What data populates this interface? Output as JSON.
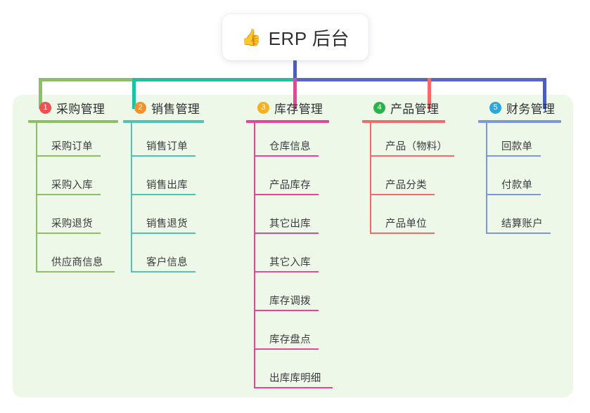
{
  "diagram": {
    "type": "mindmap",
    "root": {
      "icon": "thumbs-up-emoji",
      "emoji": "👍",
      "title": "ERP 后台"
    },
    "panel_background": "#eef8e9",
    "connector_colors": {
      "root_stem": "#4a5dc4",
      "bar_left": "#8bc163",
      "bar_mid": "#18c4a5",
      "bar_right": "#5566cc"
    },
    "branches": [
      {
        "index": "1",
        "title": "采购管理",
        "badge_color": "#f0504f",
        "line_color": "#8bc163",
        "items": [
          {
            "label": "采购订单",
            "rule_width": 92
          },
          {
            "label": "采购入库",
            "rule_width": 92
          },
          {
            "label": "采购退货",
            "rule_width": 92
          },
          {
            "label": "供应商信息",
            "rule_width": 112
          }
        ]
      },
      {
        "index": "2",
        "title": "销售管理",
        "badge_color": "#f5902b",
        "line_color": "#4cc3b4",
        "items": [
          {
            "label": "销售订单",
            "rule_width": 92
          },
          {
            "label": "销售出库",
            "rule_width": 92
          },
          {
            "label": "销售退货",
            "rule_width": 92
          },
          {
            "label": "客户信息",
            "rule_width": 92
          }
        ]
      },
      {
        "index": "3",
        "title": "库存管理",
        "badge_color": "#f7b21b",
        "line_color": "#e8459a",
        "items": [
          {
            "label": "仓库信息",
            "rule_width": 92
          },
          {
            "label": "产品库存",
            "rule_width": 92
          },
          {
            "label": "其它出库",
            "rule_width": 92
          },
          {
            "label": "其它入库",
            "rule_width": 92
          },
          {
            "label": "库存调拨",
            "rule_width": 92
          },
          {
            "label": "库存盘点",
            "rule_width": 92
          },
          {
            "label": "出库库明细",
            "rule_width": 112
          }
        ]
      },
      {
        "index": "4",
        "title": "产品管理",
        "badge_color": "#2ab34a",
        "line_color": "#f26b6b",
        "items": [
          {
            "label": "产品（物料）",
            "rule_width": 120
          },
          {
            "label": "产品分类",
            "rule_width": 92
          },
          {
            "label": "产品单位",
            "rule_width": 92
          }
        ]
      },
      {
        "index": "5",
        "title": "财务管理",
        "badge_color": "#2ba6de",
        "line_color": "#7d96e0",
        "items": [
          {
            "label": "回款单",
            "rule_width": 78
          },
          {
            "label": "付款单",
            "rule_width": 78
          },
          {
            "label": "结算账户",
            "rule_width": 92
          }
        ]
      }
    ]
  }
}
